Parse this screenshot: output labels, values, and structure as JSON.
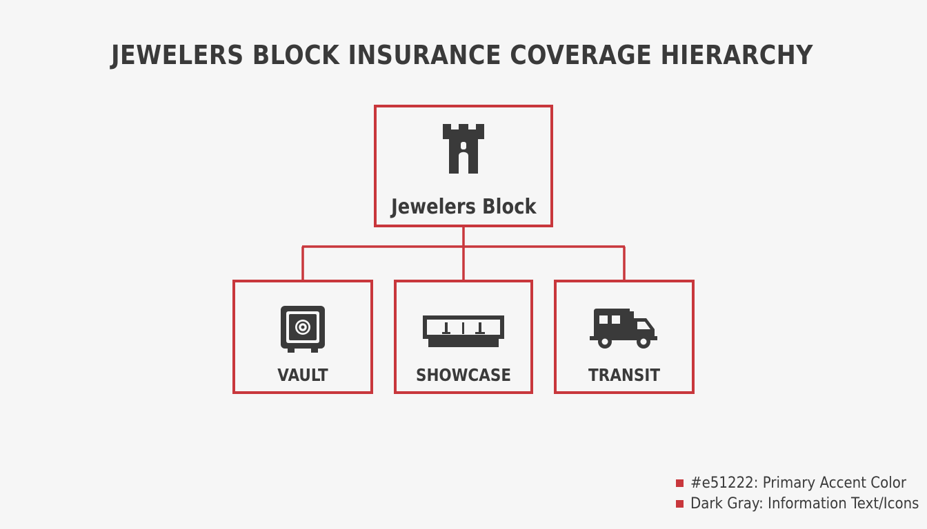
{
  "title": "JEWELERS BLOCK INSURANCE COVERAGE HIERARCHY",
  "colors": {
    "accent": "#c8373c",
    "text": "#3a3a3a",
    "background": "#f6f6f6"
  },
  "root": {
    "label": "Jewelers Block",
    "icon": "castle-tower-icon"
  },
  "children": [
    {
      "label": "VAULT",
      "icon": "safe-icon"
    },
    {
      "label": "SHOWCASE",
      "icon": "display-case-icon"
    },
    {
      "label": "TRANSIT",
      "icon": "truck-icon"
    }
  ],
  "legend": [
    {
      "text": "#e51222: Primary Accent Color"
    },
    {
      "text": "Dark Gray: Information Text/Icons"
    }
  ]
}
